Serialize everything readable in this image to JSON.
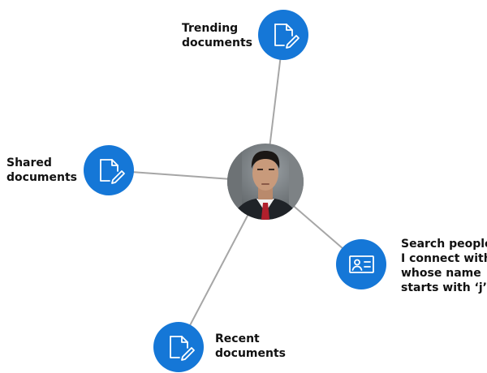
{
  "colors": {
    "node_fill": "#1577d7",
    "connector": "#a6a6a6",
    "icon_stroke": "#ffffff"
  },
  "center": {
    "image": "person-portrait",
    "icon": "person-avatar-icon"
  },
  "nodes": {
    "trending": {
      "icon": "document-edit-icon",
      "label_lines": [
        "Trending",
        "documents"
      ]
    },
    "shared": {
      "icon": "document-edit-icon",
      "label_lines": [
        "Shared",
        "documents"
      ]
    },
    "recent": {
      "icon": "document-edit-icon",
      "label_lines": [
        "Recent",
        "documents"
      ]
    },
    "search_people": {
      "icon": "contact-card-icon",
      "label_lines": [
        "Search people",
        "I connect with",
        "whose name",
        "starts with ‘j’"
      ]
    }
  }
}
